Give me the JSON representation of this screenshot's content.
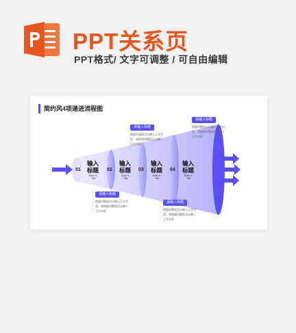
{
  "brand": {
    "title": "PPT关系页",
    "subtitle": "PPT格式/ 文字可调整 / 可自由编辑",
    "logo_icon": "powerpoint-icon",
    "accent_color": "#e8551e"
  },
  "slide": {
    "title": "简约风4项递进流程图",
    "accent_color": "#5a4ff5",
    "steps": [
      {
        "num": "01",
        "title_line1": "输入",
        "title_line2": "标题",
        "en_line1": "Enter A",
        "en_line2": "Title"
      },
      {
        "num": "02",
        "title_line1": "输入",
        "title_line2": "标题",
        "en_line1": "Enter A",
        "en_line2": "Title"
      },
      {
        "num": "03",
        "title_line1": "输入",
        "title_line2": "标题",
        "en_line1": "Enter A",
        "en_line2": "Title"
      },
      {
        "num": "04",
        "title_line1": "输入",
        "title_line2": "标题",
        "en_line1": "Enter A",
        "en_line2": "Title"
      }
    ],
    "callouts": [
      {
        "tag": "请输入标题",
        "text": "根据时题结点出输入正文内容，请根据时题结点出输入正文内容"
      },
      {
        "tag": "请输入标题",
        "text": "根据时题结点出输入正文内容，请根据时题结点出输入正文内容"
      },
      {
        "tag": "请输入标题",
        "text": "根据时题结点出输入正文内容，请根据时题结点出输入正文内容"
      },
      {
        "tag": "请输入标题",
        "text": "根据时题结点出输入正文内容，请根据时题结点出输入正文内容"
      }
    ]
  }
}
